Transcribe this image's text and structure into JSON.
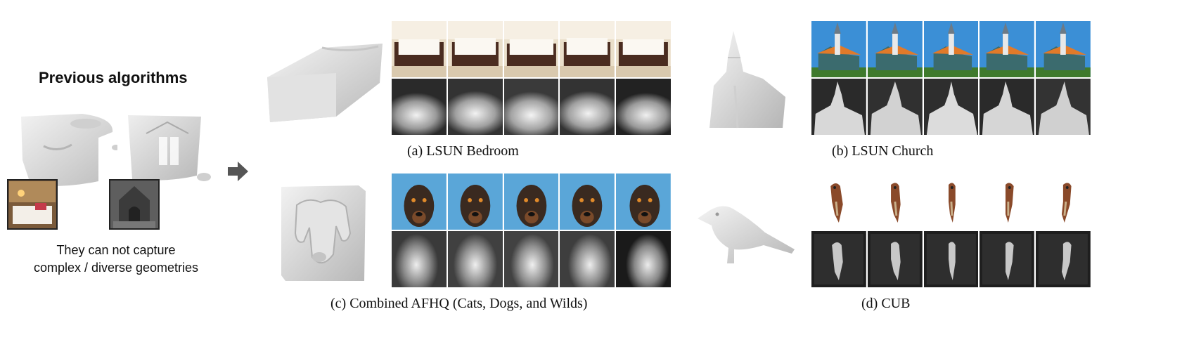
{
  "previous": {
    "title": "Previous algorithms",
    "note_line1": "They can not capture",
    "note_line2": "complex / diverse geometries"
  },
  "panels": [
    {
      "id": "a",
      "caption": "(a) LSUN Bedroom"
    },
    {
      "id": "b",
      "caption": "(b) LSUN Church"
    },
    {
      "id": "c",
      "caption": "(c) Combined AFHQ (Cats, Dogs, and Wilds)"
    },
    {
      "id": "d",
      "caption": "(d) CUB"
    }
  ],
  "icons": {
    "arrow": "arrow-right-icon"
  },
  "colors": {
    "text": "#111111",
    "mesh": "#d9d9d9",
    "depth_dark": "#1e1e1e",
    "depth_light": "#e8e8e8",
    "sky": "#3b8fd6"
  }
}
